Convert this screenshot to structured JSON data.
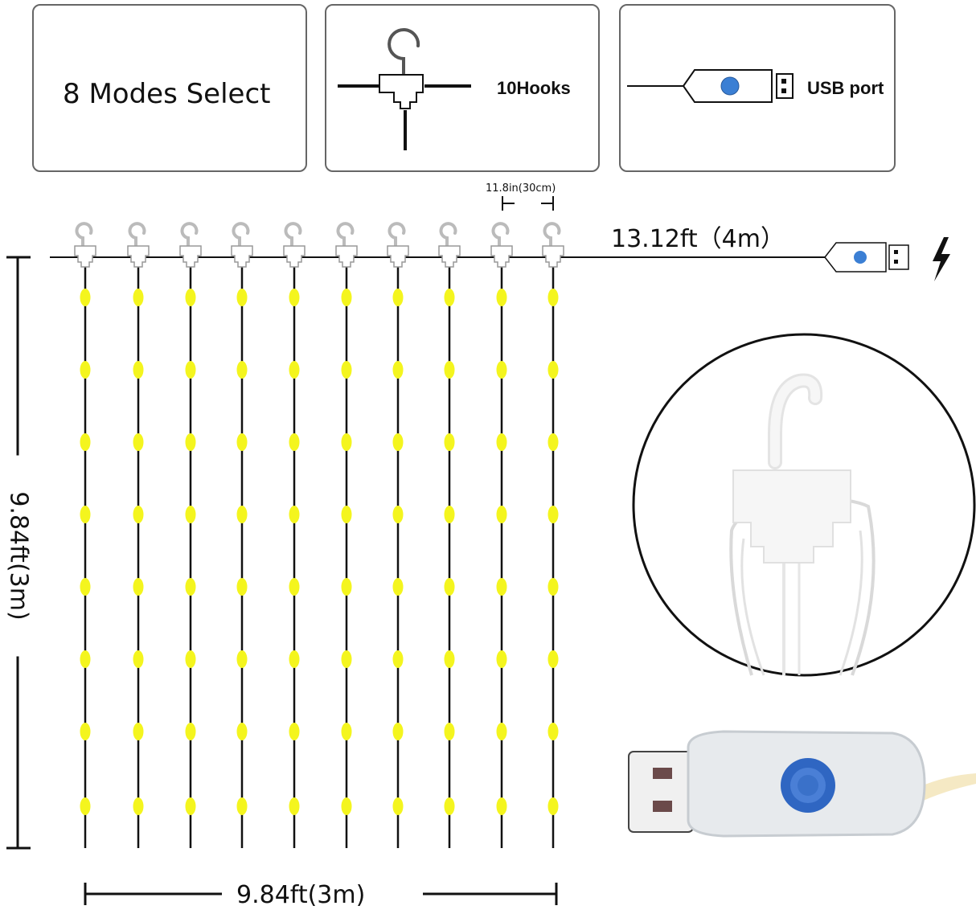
{
  "panels": {
    "modes": {
      "label": "8 Modes Select"
    },
    "hooks": {
      "label": "10Hooks"
    },
    "usb": {
      "label": "USB port"
    }
  },
  "dimensions": {
    "spacing": "11.8in(30cm)",
    "lead_cable": "13.12ft（4m）",
    "height": "9.84ft(3m)",
    "width": "9.84ft(3m)"
  },
  "icons": [
    "hook-icon",
    "usb-plug-icon",
    "lightning-icon",
    "bulb-icon",
    "controller-photo"
  ],
  "colors": {
    "bulb": "#f4f51e",
    "button": "#3b7fd4",
    "wire": "#111111",
    "panel_border": "#666666"
  }
}
